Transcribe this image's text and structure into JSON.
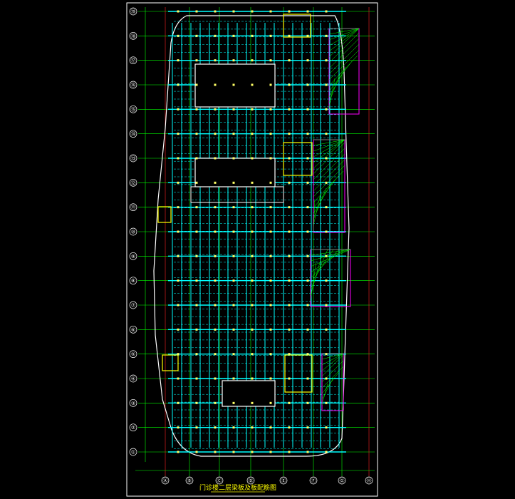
{
  "drawing": {
    "title": "门诊楼二层梁板及板配筋图",
    "row_axes": [
      "⑲",
      "⑱",
      "⑰",
      "⑯",
      "⑮",
      "⑭",
      "⑬",
      "⑫",
      "⑪",
      "⑩",
      "⑨",
      "⑧",
      "⑦",
      "⑥",
      "⑤",
      "④",
      "③",
      "②",
      "①"
    ],
    "column_axes": [
      "Ⓐ",
      "Ⓑ",
      "Ⓒ",
      "Ⓓ",
      "Ⓔ",
      "Ⓕ",
      "Ⓖ",
      "Ⓗ"
    ],
    "colors": {
      "background": "#000000",
      "frame": "#ffffff",
      "grid_green": "#00ff00",
      "grid_red": "#ff2020",
      "beam_cyan": "#00ffff",
      "slab_magenta": "#ff00ff",
      "accent_yellow": "#ffff00",
      "column_node": "#ffff66"
    }
  }
}
